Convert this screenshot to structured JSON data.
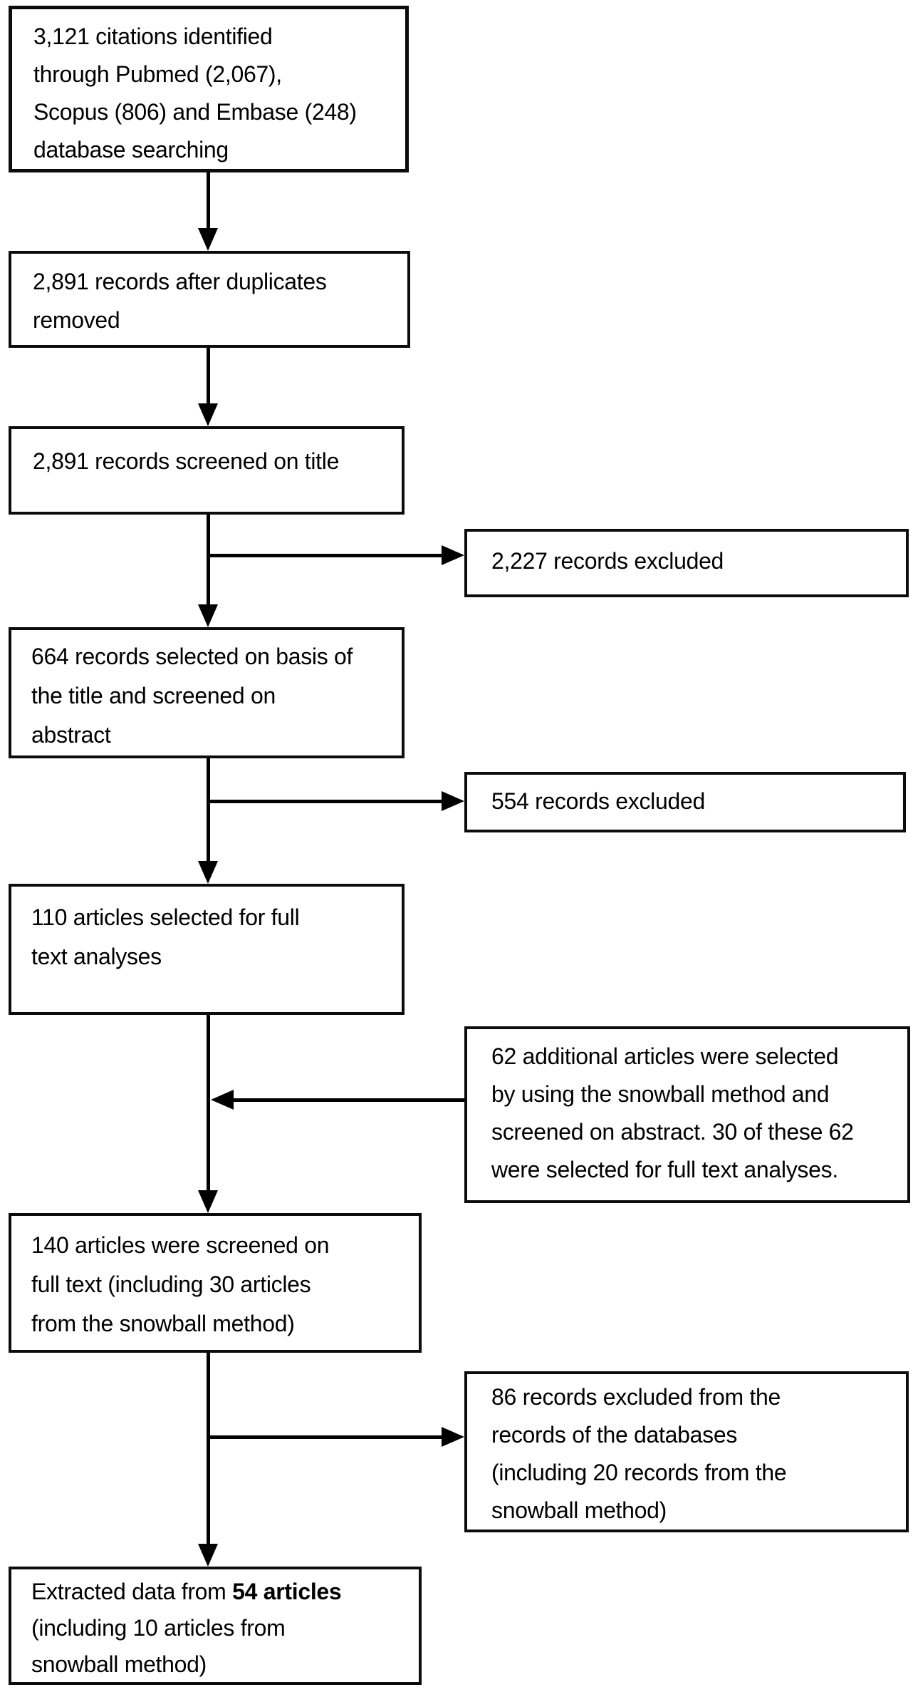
{
  "diagram": {
    "main_boxes": [
      {
        "id": "citations-identified",
        "lines": [
          "3,121 citations identified",
          "through Pubmed (2,067),",
          "Scopus (806) and Embase (248)",
          "database searching"
        ]
      },
      {
        "id": "duplicates-removed",
        "lines": [
          "2,891 records after duplicates",
          "removed"
        ]
      },
      {
        "id": "screened-on-title",
        "lines": [
          "2,891 records screened on title"
        ]
      },
      {
        "id": "selected-on-title",
        "lines": [
          "664 records selected on basis of",
          "the title and screened on",
          "abstract"
        ]
      },
      {
        "id": "selected-full-text",
        "lines": [
          "110 articles selected for full",
          "text analyses"
        ]
      },
      {
        "id": "screened-full-text",
        "lines": [
          "140 articles were screened on",
          "full text (including 30 articles",
          "from the snowball method)"
        ]
      }
    ],
    "side_boxes": [
      {
        "id": "excluded-title",
        "lines": [
          "2,227 records excluded"
        ]
      },
      {
        "id": "excluded-abstract",
        "lines": [
          "554 records excluded"
        ]
      },
      {
        "id": "snowball-additional",
        "lines": [
          "62 additional articles were selected",
          "by using the snowball method and",
          "screened on abstract. 30 of these 62",
          "were selected for full text analyses."
        ]
      },
      {
        "id": "excluded-full-text",
        "lines": [
          "86 records excluded from the",
          "records of the databases",
          "(including 20 records from the",
          "snowball method)"
        ]
      }
    ],
    "final_box": {
      "prefix": "Extracted data from ",
      "bold": "54 articles",
      "suffix": "\n(including 10 articles from\nsnowball method)"
    }
  }
}
